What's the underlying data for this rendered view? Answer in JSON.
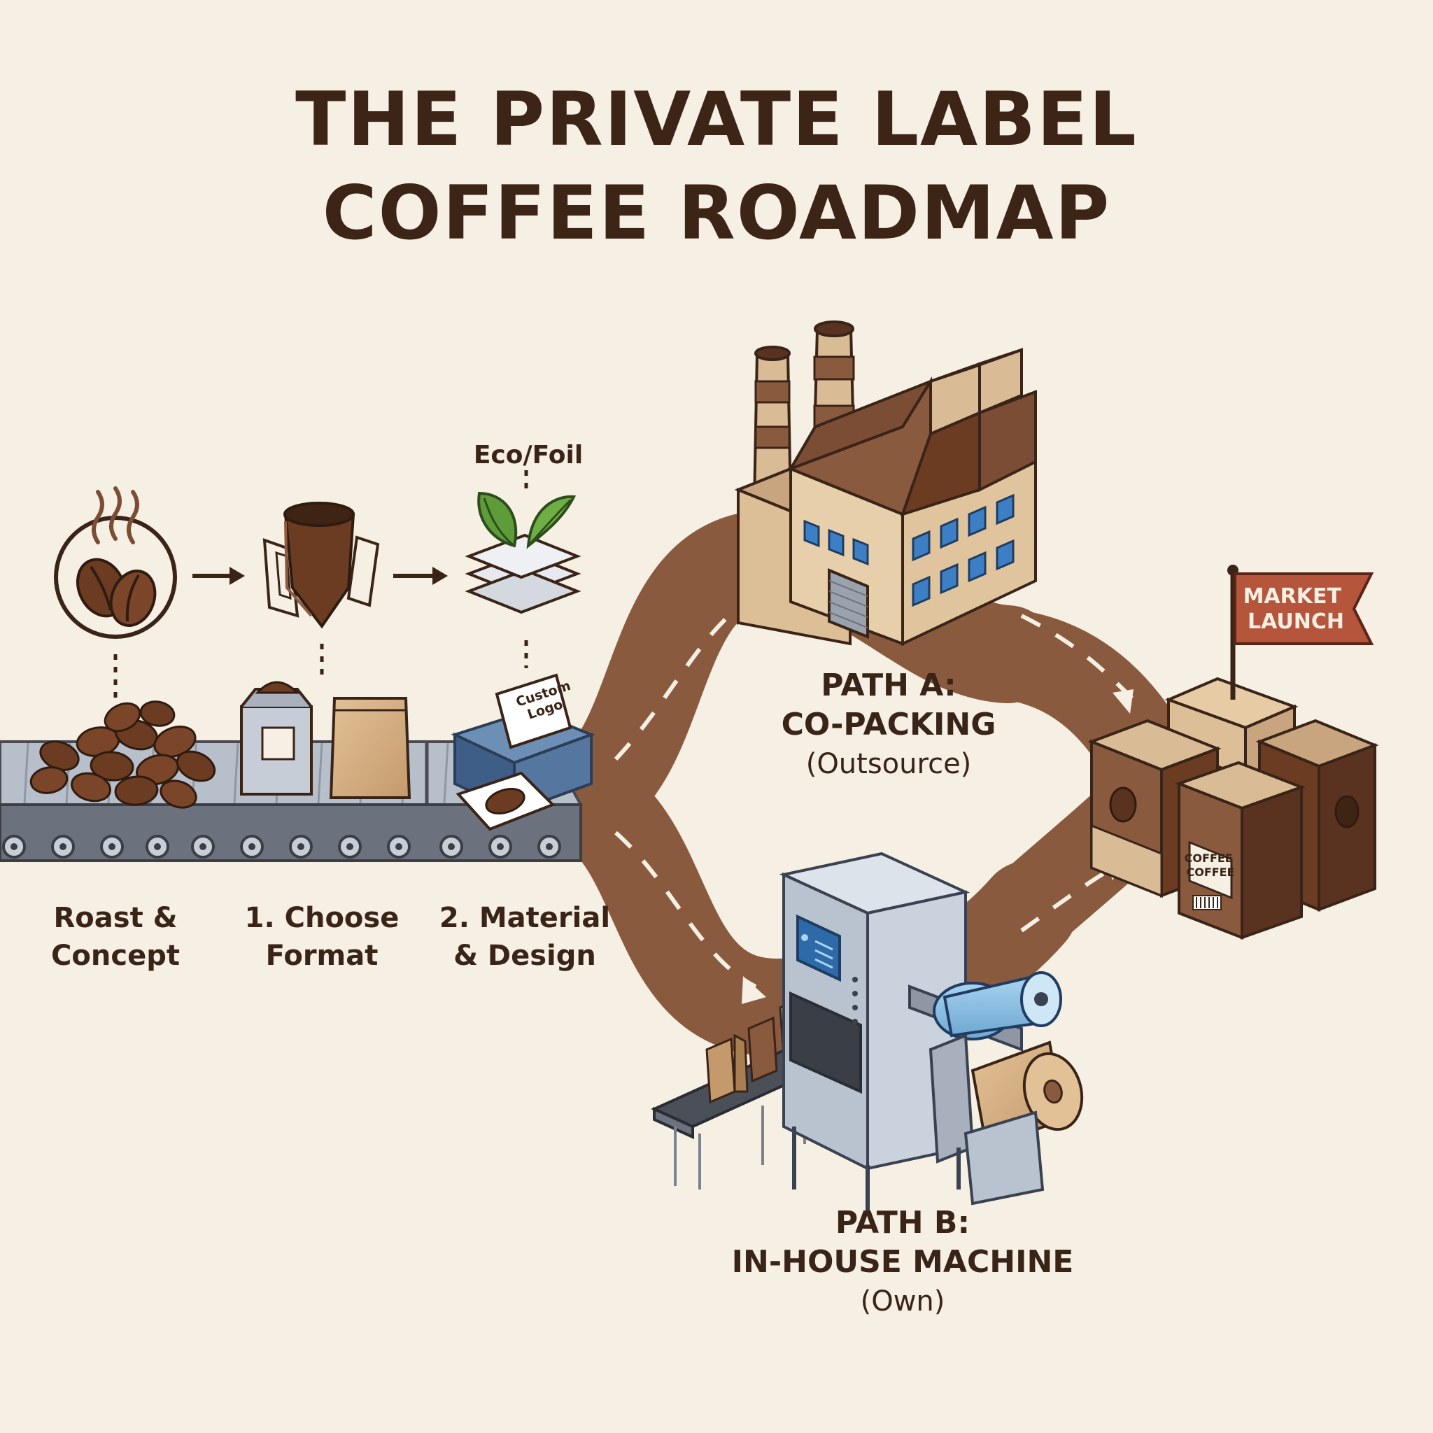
{
  "title": {
    "line1": "THE PRIVATE LABEL",
    "line2": "COFFEE ROADMAP"
  },
  "steps": [
    {
      "line1": "Roast &",
      "line2": "Concept"
    },
    {
      "line1": "1. Choose",
      "line2": "Format"
    },
    {
      "line1": "2. Material",
      "line2": "& Design"
    }
  ],
  "eco_label": "Eco/Foil",
  "printer_paper": {
    "line1": "Custom",
    "line2": "Logo"
  },
  "path_a": {
    "line1": "PATH A:",
    "line2": "CO-PACKING",
    "sub": "(Outsource)"
  },
  "path_b": {
    "line1": "PATH B:",
    "line2": "IN-HOUSE MACHINE",
    "sub": "(Own)"
  },
  "flag": {
    "line1": "MARKET",
    "line2": "LAUNCH"
  },
  "box_label": {
    "line1": "COFFEE",
    "line2": "COFFEE"
  },
  "colors": {
    "background": "#f6efe3",
    "title": "#3c2417",
    "road": "#8a5a3f",
    "coffee_dark": "#5a3320",
    "flag": "#b5553c",
    "window_blue": "#3d7fc4"
  }
}
